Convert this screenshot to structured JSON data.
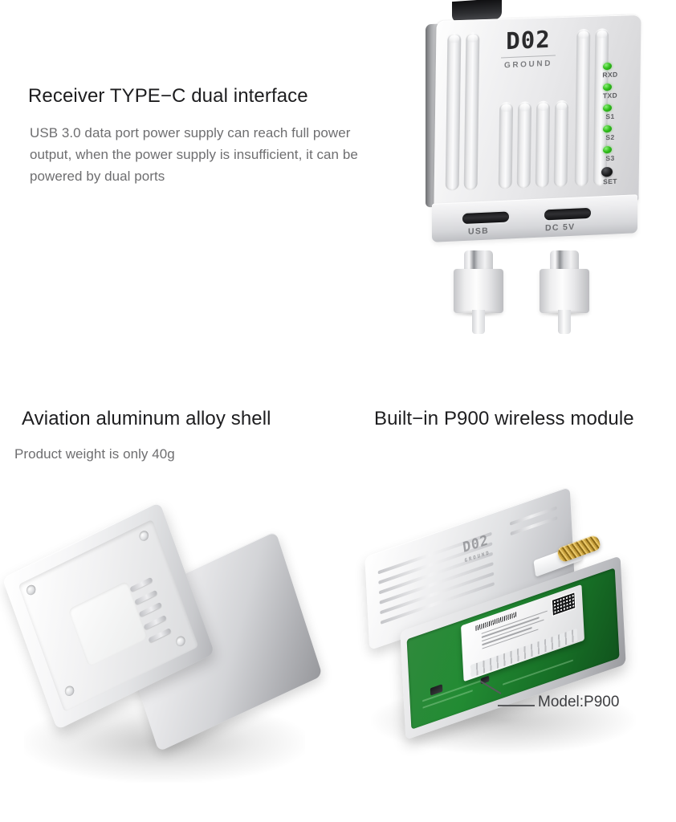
{
  "sections": {
    "receiver": {
      "title": "Receiver TYPE−C dual interface",
      "body": "USB 3.0 data port power supply can reach full power output, when the power supply is insufficient, it can be powered by dual ports"
    },
    "shell": {
      "title": "Aviation aluminum alloy shell",
      "body": "Product weight is only 40g"
    },
    "module": {
      "title": "Built−in P900 wireless module"
    }
  },
  "device": {
    "brand": "D02",
    "sub_brand": "GROUND",
    "leds": [
      {
        "label": "RXD",
        "color": "#2cb81b"
      },
      {
        "label": "TXD",
        "color": "#2cb81b"
      },
      {
        "label": "S1",
        "color": "#2cb81b"
      },
      {
        "label": "S2",
        "color": "#2cb81b"
      },
      {
        "label": "S3",
        "color": "#2cb81b"
      }
    ],
    "button": {
      "label": "SET",
      "color": "#111113"
    },
    "ports": [
      {
        "label": "USB"
      },
      {
        "label": "DC 5V"
      }
    ]
  },
  "module_callout": {
    "text": "Model:P900"
  },
  "module_lid": {
    "brand": "D02",
    "sub_brand": "GROUND"
  },
  "colors": {
    "background": "#ffffff",
    "heading": "#1d1d1f",
    "body_text": "#6e6e70",
    "led_green": "#2cb81b",
    "pcb_green": "#228b33",
    "antenna_gold": "#c9a23f",
    "metal_light": "#f4f4f5",
    "metal_dark": "#97989c"
  }
}
